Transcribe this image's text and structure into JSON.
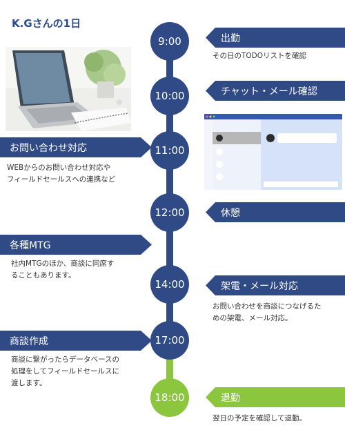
{
  "title": "K.Gさんの1日",
  "events": [
    {
      "time": "9:00",
      "label": "出勤",
      "desc": [
        "その日のTODOリストを確認"
      ]
    },
    {
      "time": "10:00",
      "label": "チャット・メール確認",
      "desc": []
    },
    {
      "time": "11:00",
      "label": "お問い合わせ対応",
      "desc": [
        "WEBからのお問い合わせ対応や",
        "フィールドセールスへの連携など"
      ]
    },
    {
      "time": "12:00",
      "label": "休憩",
      "desc": []
    },
    {
      "time": "",
      "label": "各種MTG",
      "desc": [
        "社内MTGのほか、商談に同席す",
        "ることもあります。"
      ]
    },
    {
      "time": "14:00",
      "label": "架電・メール対応",
      "desc": [
        "お問い合わせを商談につなげるた",
        "めの架電、メール対応。"
      ]
    },
    {
      "time": "17:00",
      "label": "商談作成",
      "desc": [
        "商談に繋がったらデータベースの",
        "処理をしてフィールドセールスに",
        "渡します。"
      ]
    },
    {
      "time": "18:00",
      "label": "退勤",
      "desc": [
        "翌日の予定を確認して退勤。"
      ]
    }
  ],
  "colors": {
    "navy": "#2f4a85",
    "green": "#8cc63f"
  }
}
